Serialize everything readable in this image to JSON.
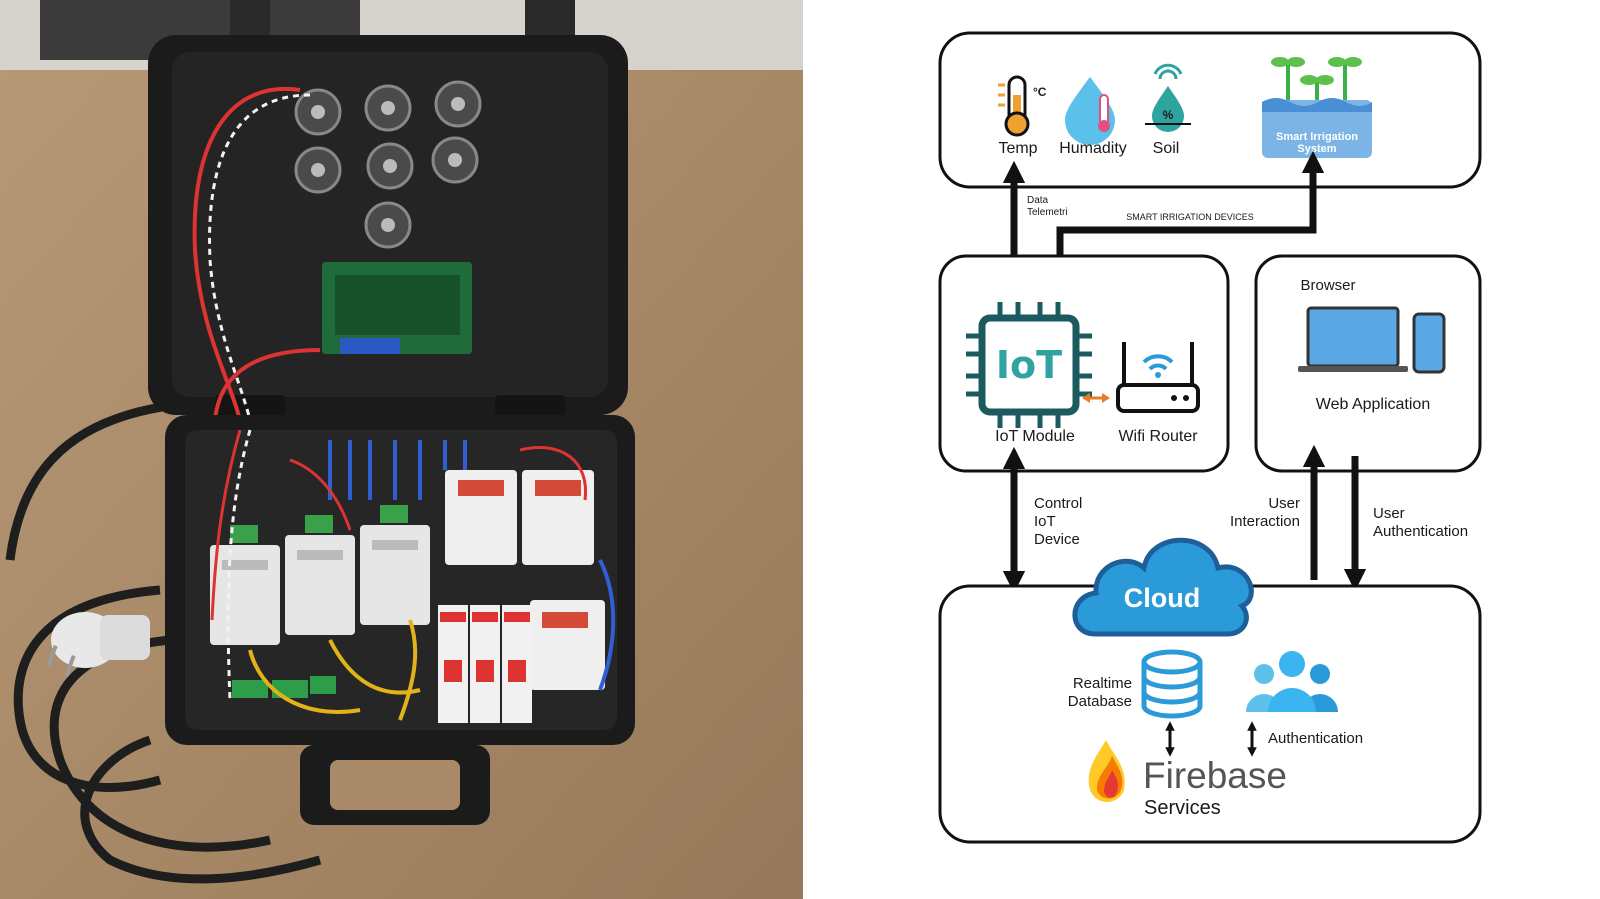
{
  "sensors": {
    "temp": {
      "label": "Temp",
      "unit": "°C"
    },
    "humidity": {
      "label": "Humadity"
    },
    "soil": {
      "label": "Soil",
      "percent_symbol": "%"
    }
  },
  "smart_irrigation": {
    "line1": "Smart Irrigation",
    "line2": "System"
  },
  "connections": {
    "data_telemetri_line1": "Data",
    "data_telemetri_line2": "Telemetri",
    "smart_irrigation_devices": "SMART IRRIGATION DEVICES",
    "control_line1": "Control",
    "control_line2": "IoT",
    "control_line3": "Device",
    "user_interaction_line1": "User",
    "user_interaction_line2": "Interaction",
    "user_auth_line1": "User",
    "user_auth_line2": "Authentication"
  },
  "iot": {
    "chip_text": "IoT",
    "module_label": "IoT Module",
    "router_label": "Wifi Router"
  },
  "browser": {
    "title": "Browser",
    "app_label": "Web Application"
  },
  "cloud": {
    "label": "Cloud"
  },
  "firebase": {
    "db_line1": "Realtime",
    "db_line2": "Database",
    "auth_label": "Authentication",
    "brand": "Firebase",
    "services": "Services"
  },
  "colors": {
    "primary_blue": "#2a9ad8",
    "dark_teal": "#1b5a5e",
    "teal": "#2fa3a0",
    "firebase_orange": "#f57c00",
    "firebase_yellow": "#ffca28",
    "firebase_red": "#e53935",
    "arrow_orange": "#e87a2c"
  }
}
